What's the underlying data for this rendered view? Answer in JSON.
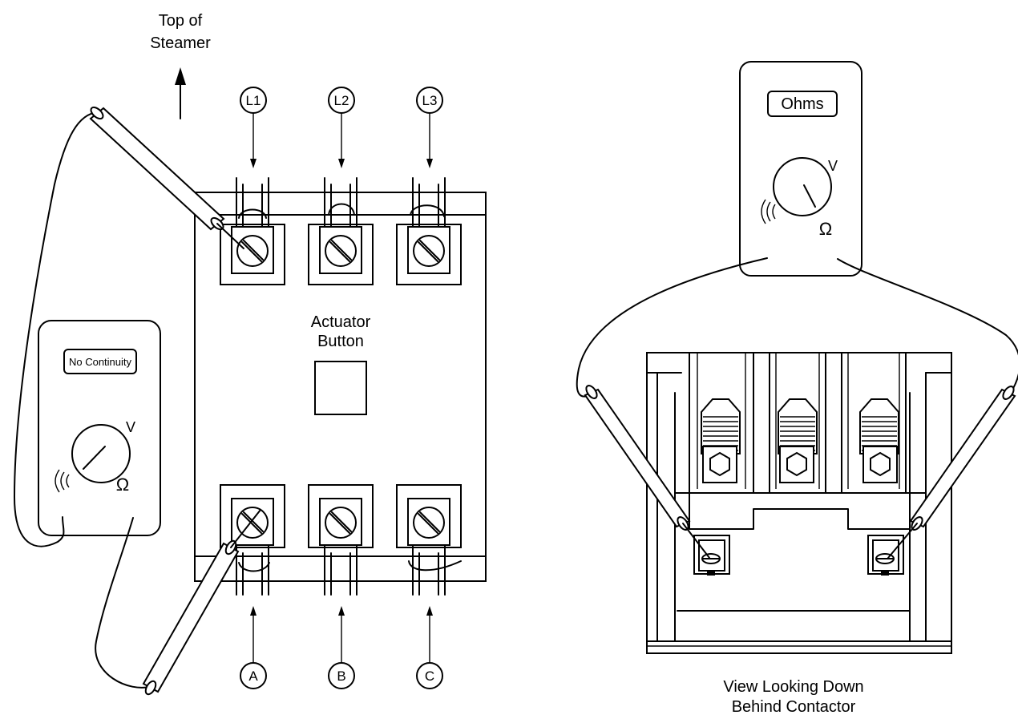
{
  "top_label": {
    "line1": "Top of",
    "line2": "Steamer"
  },
  "actuator_label": {
    "line1": "Actuator",
    "line2": "Button"
  },
  "line_terminals": [
    "L1",
    "L2",
    "L3"
  ],
  "load_terminals": [
    "A",
    "B",
    "C"
  ],
  "meter_left": {
    "display": "No Continuity",
    "volt_mark": "V",
    "ohm_mark": "Ω"
  },
  "meter_right": {
    "display": "Ohms",
    "volt_mark": "V",
    "ohm_mark": "Ω"
  },
  "caption": {
    "line1": "View Looking Down",
    "line2": "Behind Contactor"
  }
}
